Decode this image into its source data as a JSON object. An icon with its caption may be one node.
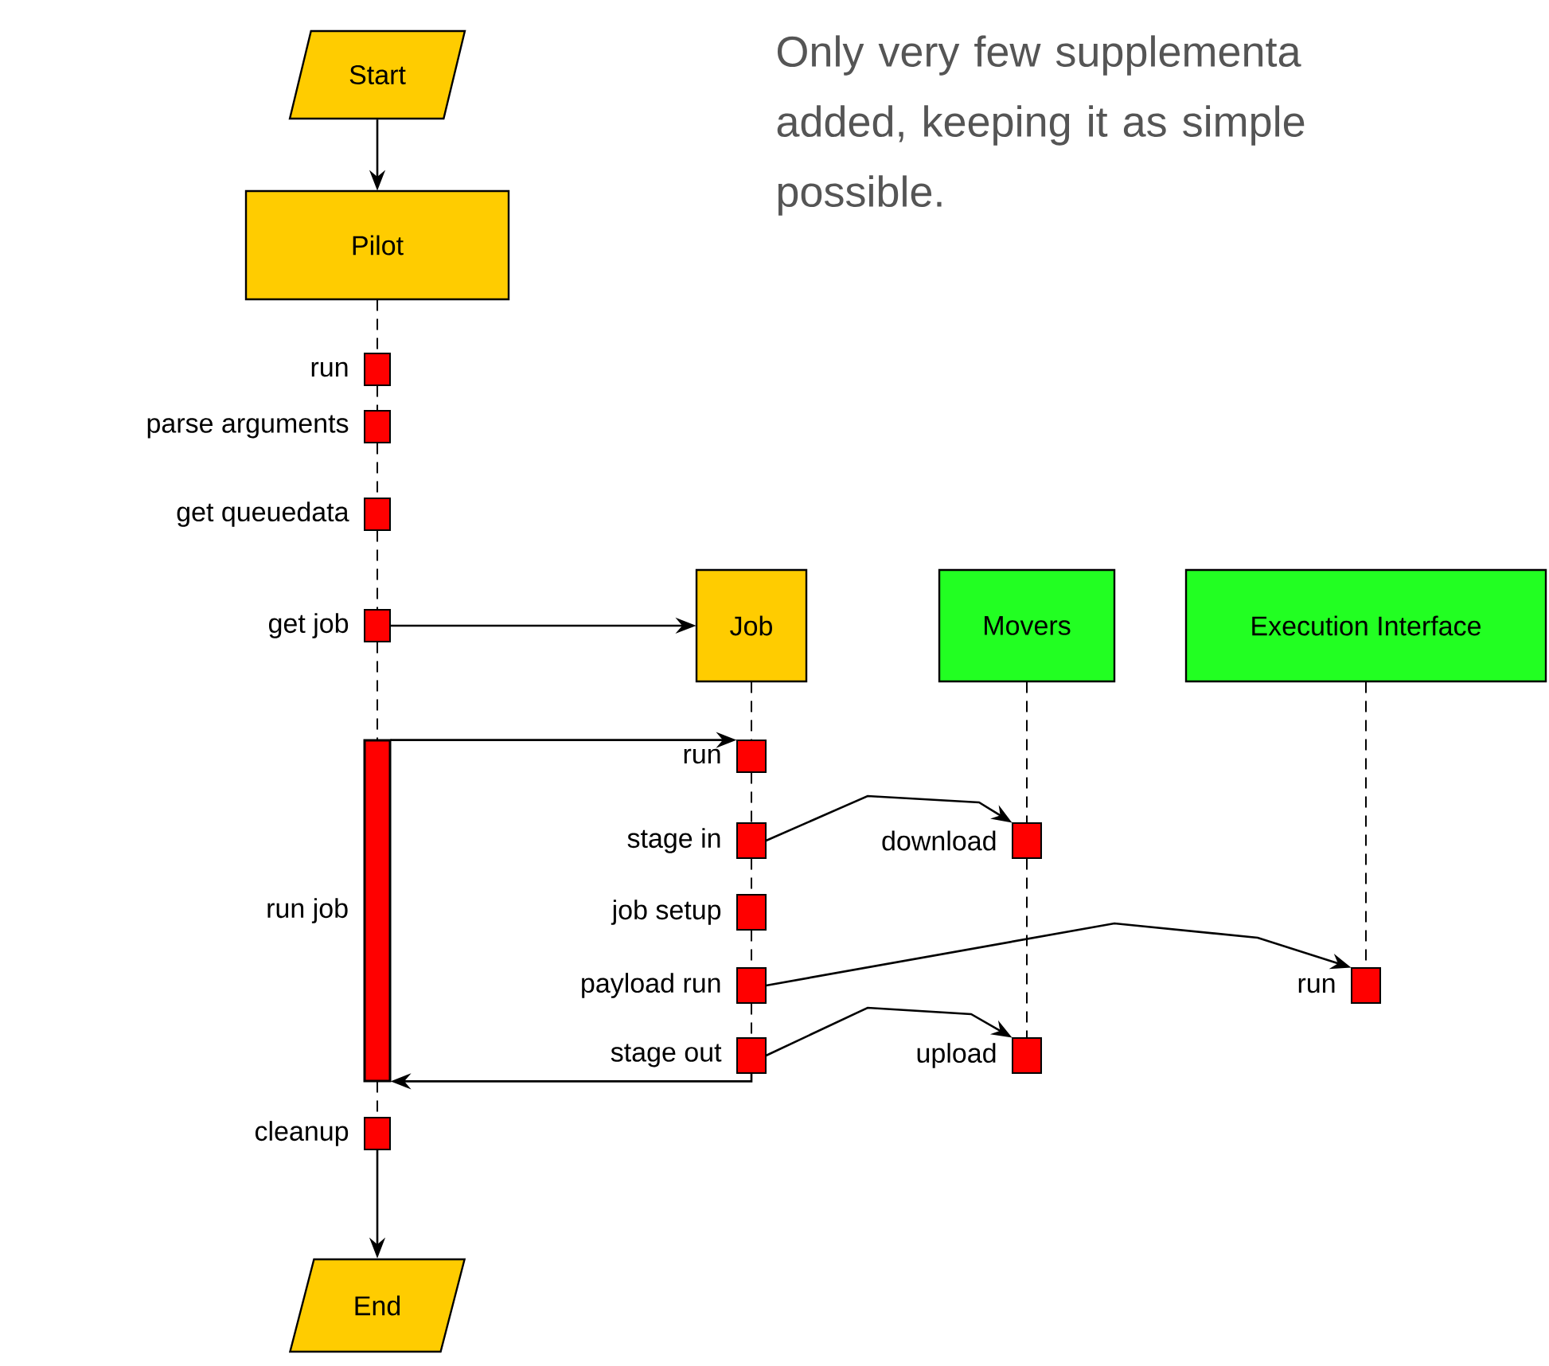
{
  "diagram": {
    "nodes": [
      {
        "text": [
          "Start"
        ]
      },
      {
        "text": [
          "Pilot"
        ]
      },
      {
        "text": [],
        "shape": "box",
        "beside": [
          "run"
        ]
      },
      {
        "text": [],
        "shape": "box",
        "beside": [
          "parse arguments"
        ]
      },
      {
        "text": [],
        "shape": "box",
        "beside": [
          "get queuedata"
        ]
      },
      {
        "text": [],
        "shape": "box",
        "beside": [
          "get job"
        ]
      },
      {
        "text": [],
        "shape": "bar",
        "beside": [
          "run job"
        ]
      },
      {
        "text": [],
        "shape": "box",
        "beside": [
          "cleanup"
        ]
      },
      {
        "text": [
          "End"
        ]
      },
      {
        "text": [
          "Job"
        ]
      },
      {
        "text": [
          "Movers"
        ]
      },
      {
        "text": [
          "Execution Interface"
        ]
      },
      {
        "text": [],
        "shape": "box",
        "beside": [
          "run"
        ]
      },
      {
        "text": [],
        "shape": "box",
        "beside": [
          "stage in"
        ]
      },
      {
        "text": [],
        "shape": "box",
        "beside": [
          "job setup"
        ]
      },
      {
        "text": [],
        "shape": "box",
        "beside": [
          "payload run"
        ]
      },
      {
        "text": [],
        "shape": "box",
        "beside": [
          "stage out"
        ]
      },
      {
        "text": [],
        "shape": "box",
        "beside": [
          "download"
        ]
      },
      {
        "text": [],
        "shape": "box",
        "beside": [
          "upload"
        ]
      },
      {
        "text": [],
        "shape": "box",
        "beside": [
          "run"
        ]
      }
    ],
    "edges": [
      {
        "from": 0,
        "to": 1,
        "arrow": "to"
      },
      {
        "from": 5,
        "to": 9,
        "arrow": "to"
      },
      {
        "from": 6,
        "to": 12,
        "arrow": "to"
      },
      {
        "from": 13,
        "to": 17,
        "arrow": "to"
      },
      {
        "from": 15,
        "to": 19,
        "arrow": "to"
      },
      {
        "from": 16,
        "to": 18,
        "arrow": "to"
      },
      {
        "from": 16,
        "to": 6,
        "arrow": "to"
      },
      {
        "from": 7,
        "to": 8,
        "arrow": "to"
      },
      {
        "from": 1,
        "to": 2,
        "arrow": "none",
        "style": "dashed"
      },
      {
        "from": 2,
        "to": 3,
        "arrow": "none",
        "style": "dashed"
      },
      {
        "from": 3,
        "to": 4,
        "arrow": "none",
        "style": "dashed"
      },
      {
        "from": 4,
        "to": 5,
        "arrow": "none",
        "style": "dashed"
      },
      {
        "from": 5,
        "to": 6,
        "arrow": "none",
        "style": "dashed"
      },
      {
        "from": 6,
        "to": 7,
        "arrow": "none",
        "style": "dashed"
      },
      {
        "from": 9,
        "to": 12,
        "arrow": "none",
        "style": "dashed"
      },
      {
        "from": 12,
        "to": 13,
        "arrow": "none",
        "style": "dashed"
      },
      {
        "from": 13,
        "to": 14,
        "arrow": "none",
        "style": "dashed"
      },
      {
        "from": 14,
        "to": 15,
        "arrow": "none",
        "style": "dashed"
      },
      {
        "from": 15,
        "to": 16,
        "arrow": "none",
        "style": "dashed"
      },
      {
        "from": 10,
        "to": 17,
        "arrow": "none",
        "style": "dashed"
      },
      {
        "from": 17,
        "to": 18,
        "arrow": "none",
        "style": "dashed"
      },
      {
        "from": 11,
        "to": 19,
        "arrow": "none",
        "style": "dashed"
      }
    ],
    "labels": [
      "Only very few supplementa added, keeping it as simple possible."
    ]
  }
}
